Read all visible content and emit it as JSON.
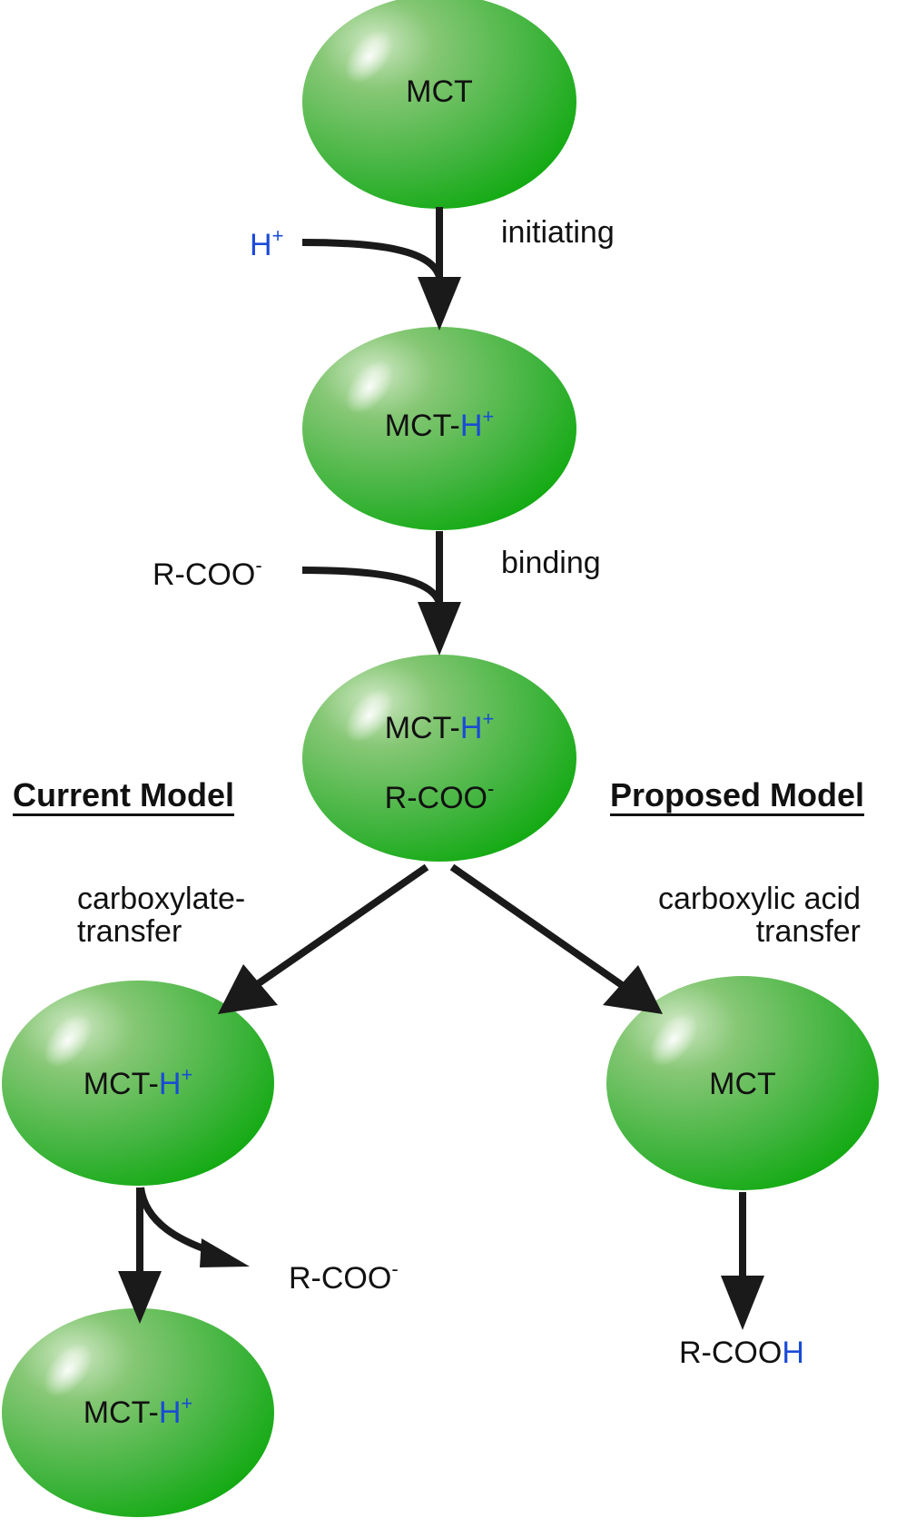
{
  "colors": {
    "node_fill_light": "#b5d9a8",
    "node_fill_dark": "#0aa80a",
    "arrow": "#1a1a1a",
    "proton_text": "#1a4bd6"
  },
  "nodes": {
    "n1": {
      "text": "MCT"
    },
    "n2": {
      "prefix": "MCT-",
      "proton": "H",
      "charge": "+"
    },
    "n3": {
      "prefix": "MCT-",
      "proton": "H",
      "charge": "+",
      "line2": "R-COO",
      "line2_charge": "-"
    },
    "n4": {
      "prefix": "MCT-",
      "proton": "H",
      "charge": "+"
    },
    "n5": {
      "text": "MCT"
    },
    "n6": {
      "prefix": "MCT-",
      "proton": "H",
      "charge": "+"
    }
  },
  "inputs": {
    "proton": {
      "text": "H",
      "charge": "+"
    },
    "substrate": {
      "text": "R-COO",
      "charge": "-"
    }
  },
  "steps": {
    "initiating": "initiating",
    "binding": "binding",
    "current_transfer": [
      "carboxylate-",
      "transfer"
    ],
    "proposed_transfer": [
      "carboxylic acid",
      "transfer"
    ]
  },
  "models": {
    "current": "Current Model",
    "proposed": "Proposed Model"
  },
  "products": {
    "current": {
      "text": "R-COO",
      "charge": "-"
    },
    "proposed": {
      "prefix": "R-COO",
      "proton": "H"
    }
  }
}
